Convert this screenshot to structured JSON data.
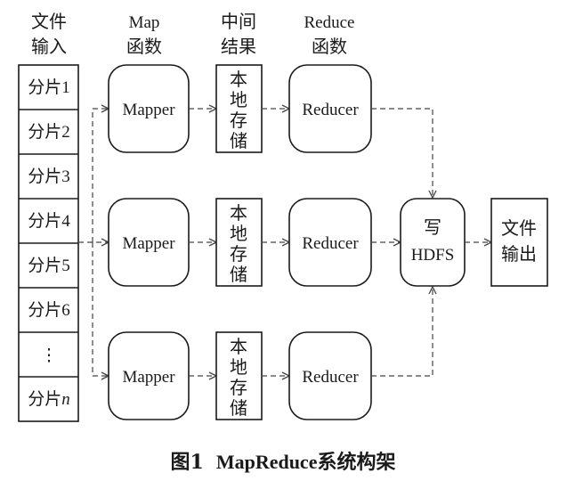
{
  "headers": {
    "input": [
      "文件",
      "输入"
    ],
    "map": [
      "Map",
      "函数"
    ],
    "intermediate": [
      "中间",
      "结果"
    ],
    "reduce": [
      "Reduce",
      "函数"
    ]
  },
  "splits": {
    "prefix": "分片",
    "items": [
      "1",
      "2",
      "3",
      "4",
      "5",
      "6"
    ],
    "ellipsis": "⋮",
    "last": "n"
  },
  "mapper_label": "Mapper",
  "local_storage": [
    "本",
    "地",
    "存",
    "储"
  ],
  "reducer_label": "Reducer",
  "hdfs": [
    "写",
    "HDFS"
  ],
  "output": [
    "文件",
    "输出"
  ],
  "caption": {
    "figure": "图1",
    "title_latin": "MapReduce",
    "title_cn": "系统构架"
  },
  "colors": {
    "stroke": "#1a1a1a",
    "arrow": "#444444"
  }
}
